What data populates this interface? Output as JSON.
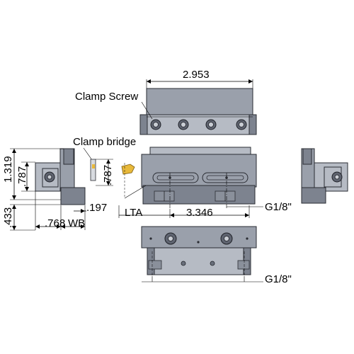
{
  "labels": {
    "clamp_screw": "Clamp Screw",
    "clamp_bridge": "Clamp bridge",
    "lta": "LTA",
    "wb": "WB",
    "g18_top": "G1/8\"",
    "g18_bottom": "G1/8\""
  },
  "dimensions": {
    "top_width": "2.953",
    "height_1319": "1.319",
    "height_787_left": ".787",
    "height_787_bridge": ".787",
    "height_433": ".433",
    "width_768": ".768",
    "offset_197": ".197",
    "length_3346": "3.346"
  },
  "colors": {
    "body": "#9aa0ab",
    "body_light": "#b6bbc4",
    "body_dark": "#7d838f",
    "accent_insert": "#e8b93a"
  }
}
